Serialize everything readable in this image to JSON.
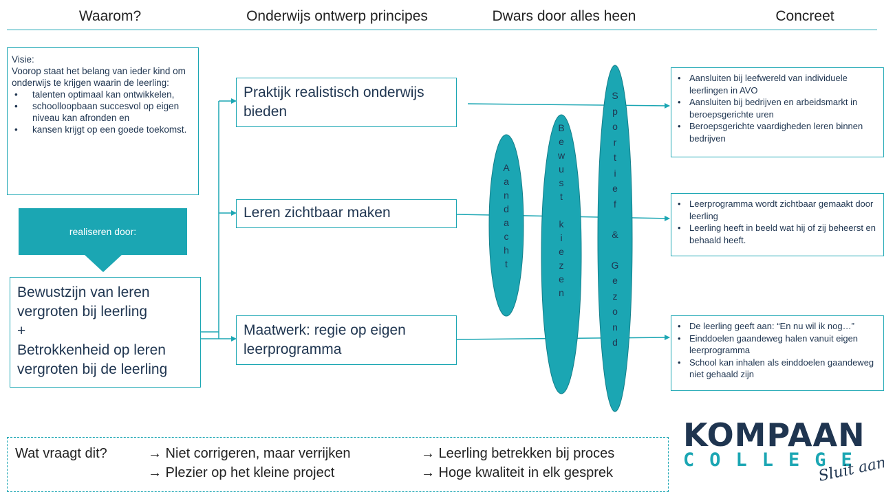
{
  "headers": {
    "waarom": "Waarom?",
    "principes": "Onderwijs ontwerp principes",
    "dwars": "Dwars door alles heen",
    "concreet": "Concreet"
  },
  "visie": {
    "line1": "Visie:",
    "line2": "Voorop staat het belang van ieder kind om onderwijs te krijgen waarin de leerling:",
    "bullets": [
      "talenten optimaal kan ontwikkelen,",
      "schoolloopbaan succesvol op eigen niveau kan afronden en",
      "kansen krijgt op een goede toekomst."
    ]
  },
  "banner": "realiseren door:",
  "bewustzijn": {
    "line1": "Bewustzijn van leren vergroten bij leerling",
    "plus": "+",
    "line2": "Betrokkenheid op leren vergroten bij de leerling"
  },
  "principles": [
    "Praktijk realistisch onderwijs bieden",
    "Leren zichtbaar maken",
    "Maatwerk: regie op eigen leerprogramma"
  ],
  "ellipses": [
    {
      "letters": [
        "A",
        "a",
        "n",
        "d",
        "a",
        "c",
        "h",
        "t"
      ]
    },
    {
      "letters": [
        "B",
        "e",
        "w",
        "u",
        "s",
        "t",
        "",
        "k",
        "i",
        "e",
        "z",
        "e",
        "n"
      ]
    },
    {
      "letters": [
        "S",
        "p",
        "o",
        "r",
        "t",
        "i",
        "e",
        "f",
        "",
        "&",
        "",
        "G",
        "e",
        "z",
        "o",
        "n",
        "d"
      ]
    }
  ],
  "concreet": [
    [
      "Aansluiten bij leefwereld van individuele leerlingen in AVO",
      "Aansluiten bij bedrijven en arbeidsmarkt in beroepsgerichte uren",
      "Beroepsgerichte vaardigheden leren binnen bedrijven"
    ],
    [
      "Leerprogramma wordt zichtbaar gemaakt door leerling",
      "Leerling heeft in beeld wat hij of zij beheerst en behaald heeft."
    ],
    [
      "De leerling geeft aan: “En nu wil ik nog…”",
      "Einddoelen gaandeweg halen vanuit eigen leerprogramma",
      "School kan inhalen als einddoelen gaandeweg niet gehaald zijn"
    ]
  ],
  "bottom": {
    "label": "Wat vraagt dit?",
    "items": [
      "→ Niet corrigeren, maar verrijken",
      "→ Plezier op het kleine project",
      "→ Leerling betrekken bij proces",
      "→ Hoge kwaliteit in elk gesprek"
    ]
  },
  "logo": {
    "name": "KOMPAAN",
    "sub": "COLLEGE",
    "tagline": "Sluit aan!"
  },
  "colors": {
    "accent": "#1ba6b3",
    "text": "#1f3550"
  }
}
